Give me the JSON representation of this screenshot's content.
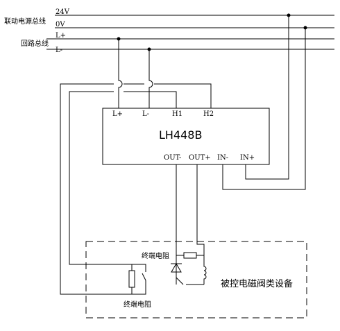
{
  "buses": {
    "linkage_power_bus": "联动电源总线",
    "loop_bus": "回路总线",
    "line_24v": "24V",
    "line_0v": "0V",
    "line_lplus": "L+",
    "line_lminus": "L-"
  },
  "module": {
    "name": "LH448B",
    "terminals_top": [
      "L+",
      "L-",
      "H1",
      "H2"
    ],
    "terminals_bottom": [
      "OUT-",
      "OUT+",
      "IN-",
      "IN+"
    ]
  },
  "labels": {
    "terminal_resistor_top": "终端电阻",
    "terminal_resistor_bottom": "终端电阻",
    "controlled_device": "被控电磁阀类设备"
  }
}
